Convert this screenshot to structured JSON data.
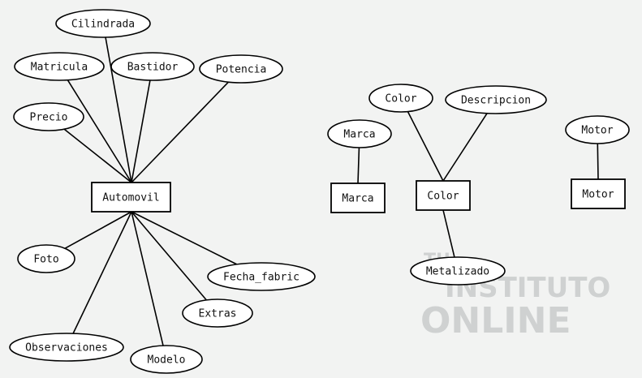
{
  "entities": [
    {
      "id": "automovil",
      "label": "Automovil"
    },
    {
      "id": "marca",
      "label": "Marca"
    },
    {
      "id": "color",
      "label": "Color"
    },
    {
      "id": "motor",
      "label": "Motor"
    }
  ],
  "attributes": [
    {
      "id": "cilindrada",
      "label": "Cilindrada",
      "entity": "automovil"
    },
    {
      "id": "matricula",
      "label": "Matricula",
      "entity": "automovil"
    },
    {
      "id": "bastidor",
      "label": "Bastidor",
      "entity": "automovil"
    },
    {
      "id": "potencia",
      "label": "Potencia",
      "entity": "automovil"
    },
    {
      "id": "precio",
      "label": "Precio",
      "entity": "automovil"
    },
    {
      "id": "foto",
      "label": "Foto",
      "entity": "automovil"
    },
    {
      "id": "observaciones",
      "label": "Observaciones",
      "entity": "automovil"
    },
    {
      "id": "modelo",
      "label": "Modelo",
      "entity": "automovil"
    },
    {
      "id": "extras",
      "label": "Extras",
      "entity": "automovil"
    },
    {
      "id": "fecha_fabric",
      "label": "Fecha_fabric",
      "entity": "automovil"
    },
    {
      "id": "marca_attr",
      "label": "Marca",
      "entity": "marca"
    },
    {
      "id": "color_attr",
      "label": "Color",
      "entity": "color"
    },
    {
      "id": "descripcion",
      "label": "Descripcion",
      "entity": "color"
    },
    {
      "id": "metalizado",
      "label": "Metalizado",
      "entity": "color"
    },
    {
      "id": "motor_attr",
      "label": "Motor",
      "entity": "motor"
    }
  ],
  "watermark": {
    "line1": "TU",
    "line2": "INSTITUTO",
    "line3": "ONLINE"
  }
}
